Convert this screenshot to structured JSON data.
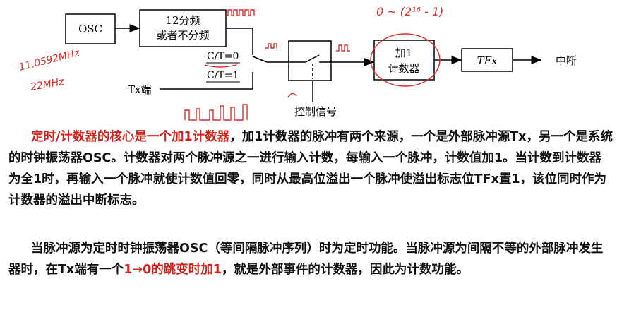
{
  "diagram": {
    "osc_label": "OSC",
    "divider_label_line1": "12分频",
    "divider_label_line2": "或者不分频",
    "ct0_label": "C/T=0",
    "ct1_label": "C/T=1",
    "tx_label": "Tx端",
    "control_label": "控制信号",
    "counter_label_line1": "加1",
    "counter_label_line2": "计数器",
    "tfx_label": "TFx",
    "interrupt_label": "中断",
    "annotation_freq_1": "11.0592MHz",
    "annotation_freq_2": "22MHz",
    "annotation_range": "0 ~ (2¹⁶ - 1)"
  },
  "paragraph1": {
    "red_intro": "定时/计数器的核心是一个加1计数器",
    "rest": "，加1计数器的脉冲有两个来源，一个是外部脉冲源Tx，另一个是系统的时钟振荡器OSC。计数器对两个脉冲源之一进行输入计数，每输入一个脉冲，计数值加1。当计数到计数器为全1时，再输入一个脉冲就使计数值回零，同时从最高位溢出一个脉冲使溢出标志位TFx置1，该位同时作为计数器的溢出中断标志。"
  },
  "paragraph2": {
    "part1": "当脉冲源为定时时钟振荡器OSC（等间隔脉冲序列）时为定时功能。当脉冲源为间隔不等的外部脉冲发生器时，在Tx端有一个",
    "red_part": "1→0的跳变时加1",
    "part2": "，就是外部事件的计数器，因此为计数功能。"
  },
  "colors": {
    "ink": "#000000",
    "red_text": "#d2231e",
    "annotation_red": "#d8302a"
  }
}
